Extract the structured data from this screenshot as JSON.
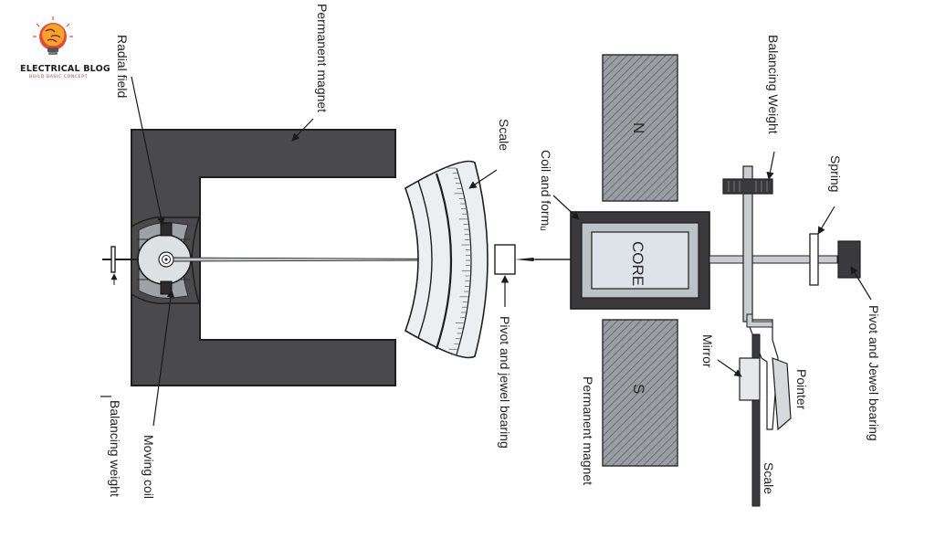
{
  "logo": {
    "title": "ELECTRICAL BLOG",
    "subtitle": "BUILD BASIC CONCEPT",
    "icon": "lightbulb-brain-icon"
  },
  "labels": {
    "permanent_magnet_top": "Permanent magnet",
    "radial_field": "Radial field",
    "scale_left": "Scale",
    "coil_and_former": "Coil and formᵤ",
    "moving_coil": "Moving coil",
    "balancing_weight_left": "Balancing weight",
    "pivot_jewel_left": "Pivot and jewel bearing",
    "core": "CORE",
    "pole_n": "N",
    "pole_s": "S",
    "permanent_magnet_bottom": "Permanent magnet",
    "balancing_weight_right": "Balancing Weight",
    "spring": "Spring",
    "pivot_jewel_right": "Pivot and Jewel bearing",
    "pointer": "Pointer",
    "mirror": "Mirror",
    "scale_right": "Scale"
  },
  "colors": {
    "magnet": "#4a4a4c",
    "magnet_stroke": "#1e1e1e",
    "core_fill": "#dde3e8",
    "pole_hatch": "#7f8286",
    "scale_fill": "#eceff1",
    "line": "#1a1a1a"
  }
}
